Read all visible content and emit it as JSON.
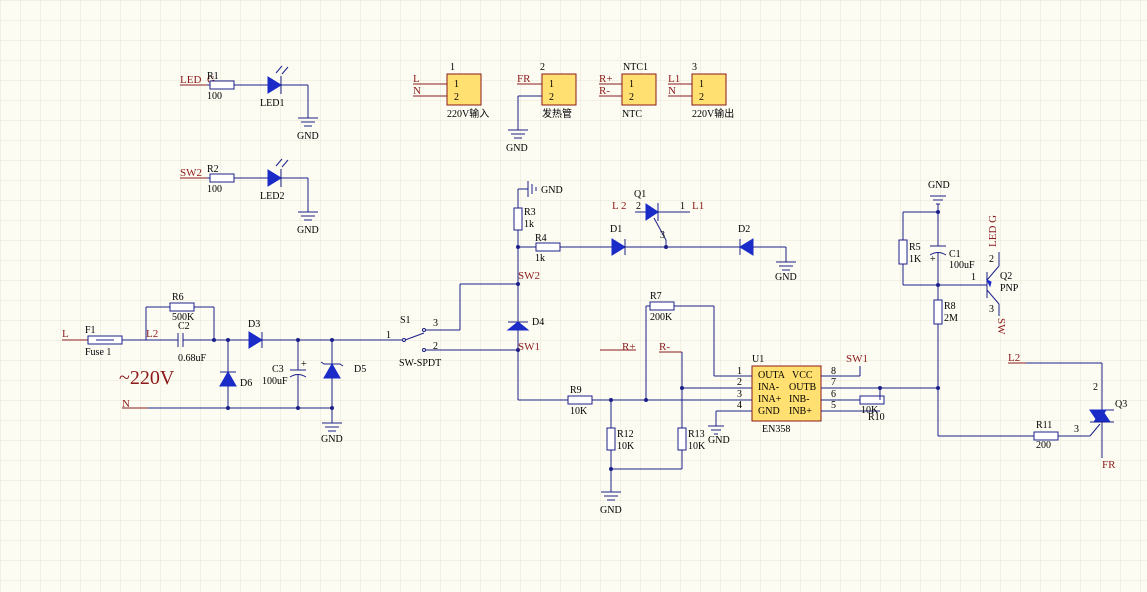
{
  "components": {
    "R1": {
      "ref": "R1",
      "value": "100"
    },
    "R2": {
      "ref": "R2",
      "value": "100"
    },
    "R3": {
      "ref": "R3",
      "value": "1k"
    },
    "R4": {
      "ref": "R4",
      "value": "1k"
    },
    "R5": {
      "ref": "R5",
      "value": "1K"
    },
    "R6": {
      "ref": "R6",
      "value": "500K"
    },
    "R7": {
      "ref": "R7",
      "value": "200K"
    },
    "R8": {
      "ref": "R8",
      "value": "2M"
    },
    "R9": {
      "ref": "R9",
      "value": "10K"
    },
    "R10": {
      "ref": "R10",
      "value": "10K"
    },
    "R11": {
      "ref": "R11",
      "value": "200"
    },
    "R12": {
      "ref": "R12",
      "value": "10K"
    },
    "R13": {
      "ref": "R13",
      "value": "10K"
    },
    "C1": {
      "ref": "C1",
      "value": "100uF"
    },
    "C2": {
      "ref": "C2",
      "value": "0.68uF"
    },
    "C3": {
      "ref": "C3",
      "value": "100uF"
    },
    "LED1": {
      "ref": "LED1"
    },
    "LED2": {
      "ref": "LED2"
    },
    "D1": {
      "ref": "D1"
    },
    "D2": {
      "ref": "D2"
    },
    "D3": {
      "ref": "D3"
    },
    "D4": {
      "ref": "D4"
    },
    "D5": {
      "ref": "D5"
    },
    "D6": {
      "ref": "D6"
    },
    "Q1": {
      "ref": "Q1",
      "pins": [
        "2",
        "1",
        "3"
      ]
    },
    "Q2": {
      "ref": "Q2",
      "type": "PNP",
      "pins": [
        "1",
        "2",
        "3"
      ]
    },
    "Q3": {
      "ref": "Q3",
      "pins": [
        "2",
        "3"
      ]
    },
    "F1": {
      "ref": "F1",
      "value": "Fuse 1"
    },
    "S1": {
      "ref": "S1",
      "value": "SW-SPDT",
      "pins": [
        "1",
        "2",
        "3"
      ]
    },
    "U1": {
      "ref": "U1",
      "part": "EN358",
      "left_pins": [
        {
          "num": "1",
          "name": "OUTA"
        },
        {
          "num": "2",
          "name": "INA-"
        },
        {
          "num": "3",
          "name": "INA+"
        },
        {
          "num": "4",
          "name": "GND"
        }
      ],
      "right_pins": [
        {
          "num": "8",
          "name": "VCC"
        },
        {
          "num": "7",
          "name": "OUTB"
        },
        {
          "num": "6",
          "name": "INB-"
        },
        {
          "num": "5",
          "name": "INB+"
        }
      ]
    }
  },
  "connectors": [
    {
      "title": "1",
      "caption": "220V输入",
      "nets": [
        "L",
        "N"
      ],
      "pins": [
        "1",
        "2"
      ]
    },
    {
      "title": "2",
      "caption": "发热管",
      "nets": [
        "FR",
        ""
      ],
      "pins": [
        "1",
        "2"
      ]
    },
    {
      "title": "NTC1",
      "caption": "NTC",
      "nets": [
        "R+",
        "R-"
      ],
      "pins": [
        "1",
        "2"
      ]
    },
    {
      "title": "3",
      "caption": "220V输出",
      "nets": [
        "L1",
        "N"
      ],
      "pins": [
        "1",
        "2"
      ]
    }
  ],
  "nets": {
    "led": "LED",
    "sw2": "SW2",
    "sw1": "SW1",
    "l": "L",
    "l1": "L1",
    "l2": "L2",
    "l_2": "L 2",
    "n": "N",
    "r_plus": "R+",
    "r_minus": "R-",
    "fr": "FR",
    "led_g": "LED G",
    "sw_rot": "SW"
  },
  "power": {
    "gnd": "GND",
    "pin_g": "G"
  },
  "annotations": {
    "voltage": "~220V"
  },
  "colors": {
    "wire": "#1c1f8a",
    "net_label": "#8b1a1a",
    "component_fill": "#1a2bc8",
    "connector_fill": "#ffe070",
    "grid": "#e6e4d3",
    "background": "#fdfcf3"
  }
}
